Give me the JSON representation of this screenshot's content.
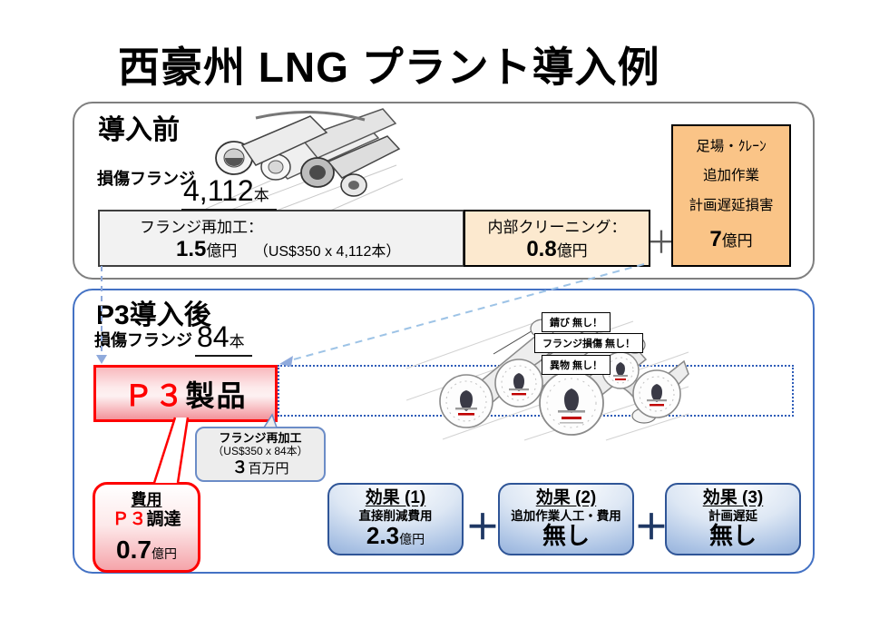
{
  "title": "西豪州 LNG プラント導入例",
  "before": {
    "heading": "導入前",
    "damaged_label": "損傷フランジ",
    "damaged_count": "4,112",
    "damaged_unit": "本",
    "reflange": {
      "label": "フランジ再加工：",
      "value": "1.5",
      "unit": "億円",
      "detail": "（US$350 x 4,112本）"
    },
    "cleaning": {
      "label": "内部クリーニング：",
      "value": "0.8",
      "unit": "億円"
    },
    "plus": "＋",
    "extra": {
      "line1": "足場・ｸﾚｰﾝ",
      "line2": "追加作業",
      "line3": "計画遅延損害",
      "value": "7",
      "unit": "億円"
    }
  },
  "after": {
    "heading": "P3導入後",
    "damaged_label": "損傷フランジ",
    "damaged_count": "84",
    "damaged_unit": "本",
    "p3_box": {
      "p3": "Ｐ３",
      "name": "製品"
    },
    "callout": {
      "line1": "フランジ再加工",
      "line2": "（US$350 x 84本）",
      "value": "３",
      "unit": "百万円"
    },
    "pipe_labels": [
      "錆び 無し！",
      "フランジ損傷 無し！",
      "異物 無し！"
    ],
    "cost": {
      "title": "費用",
      "p3": "Ｐ３",
      "rest": "調達",
      "value": "0.7",
      "unit": "億円"
    },
    "effects": [
      {
        "title": "効果 (1)",
        "sub": "直接削減費用",
        "value": "2.3",
        "unit": "億円"
      },
      {
        "title": "効果 (2)",
        "sub": "追加作業人工・費用",
        "value": "無し",
        "unit": ""
      },
      {
        "title": "効果 (3)",
        "sub": "計画遅延",
        "value": "無し",
        "unit": ""
      }
    ],
    "plus": "＋"
  },
  "colors": {
    "section_before_border": "#7f7f7f",
    "section_after_border": "#4472c4",
    "orange_box": "#fac487",
    "cleaning_box": "#fce9cf",
    "gray_box": "#f2f2f2",
    "p3_red": "#fe0000",
    "effect_blue_border": "#2f5597",
    "arrow_blue": "#8faadc",
    "dotted_blue": "#2e5cb8"
  }
}
